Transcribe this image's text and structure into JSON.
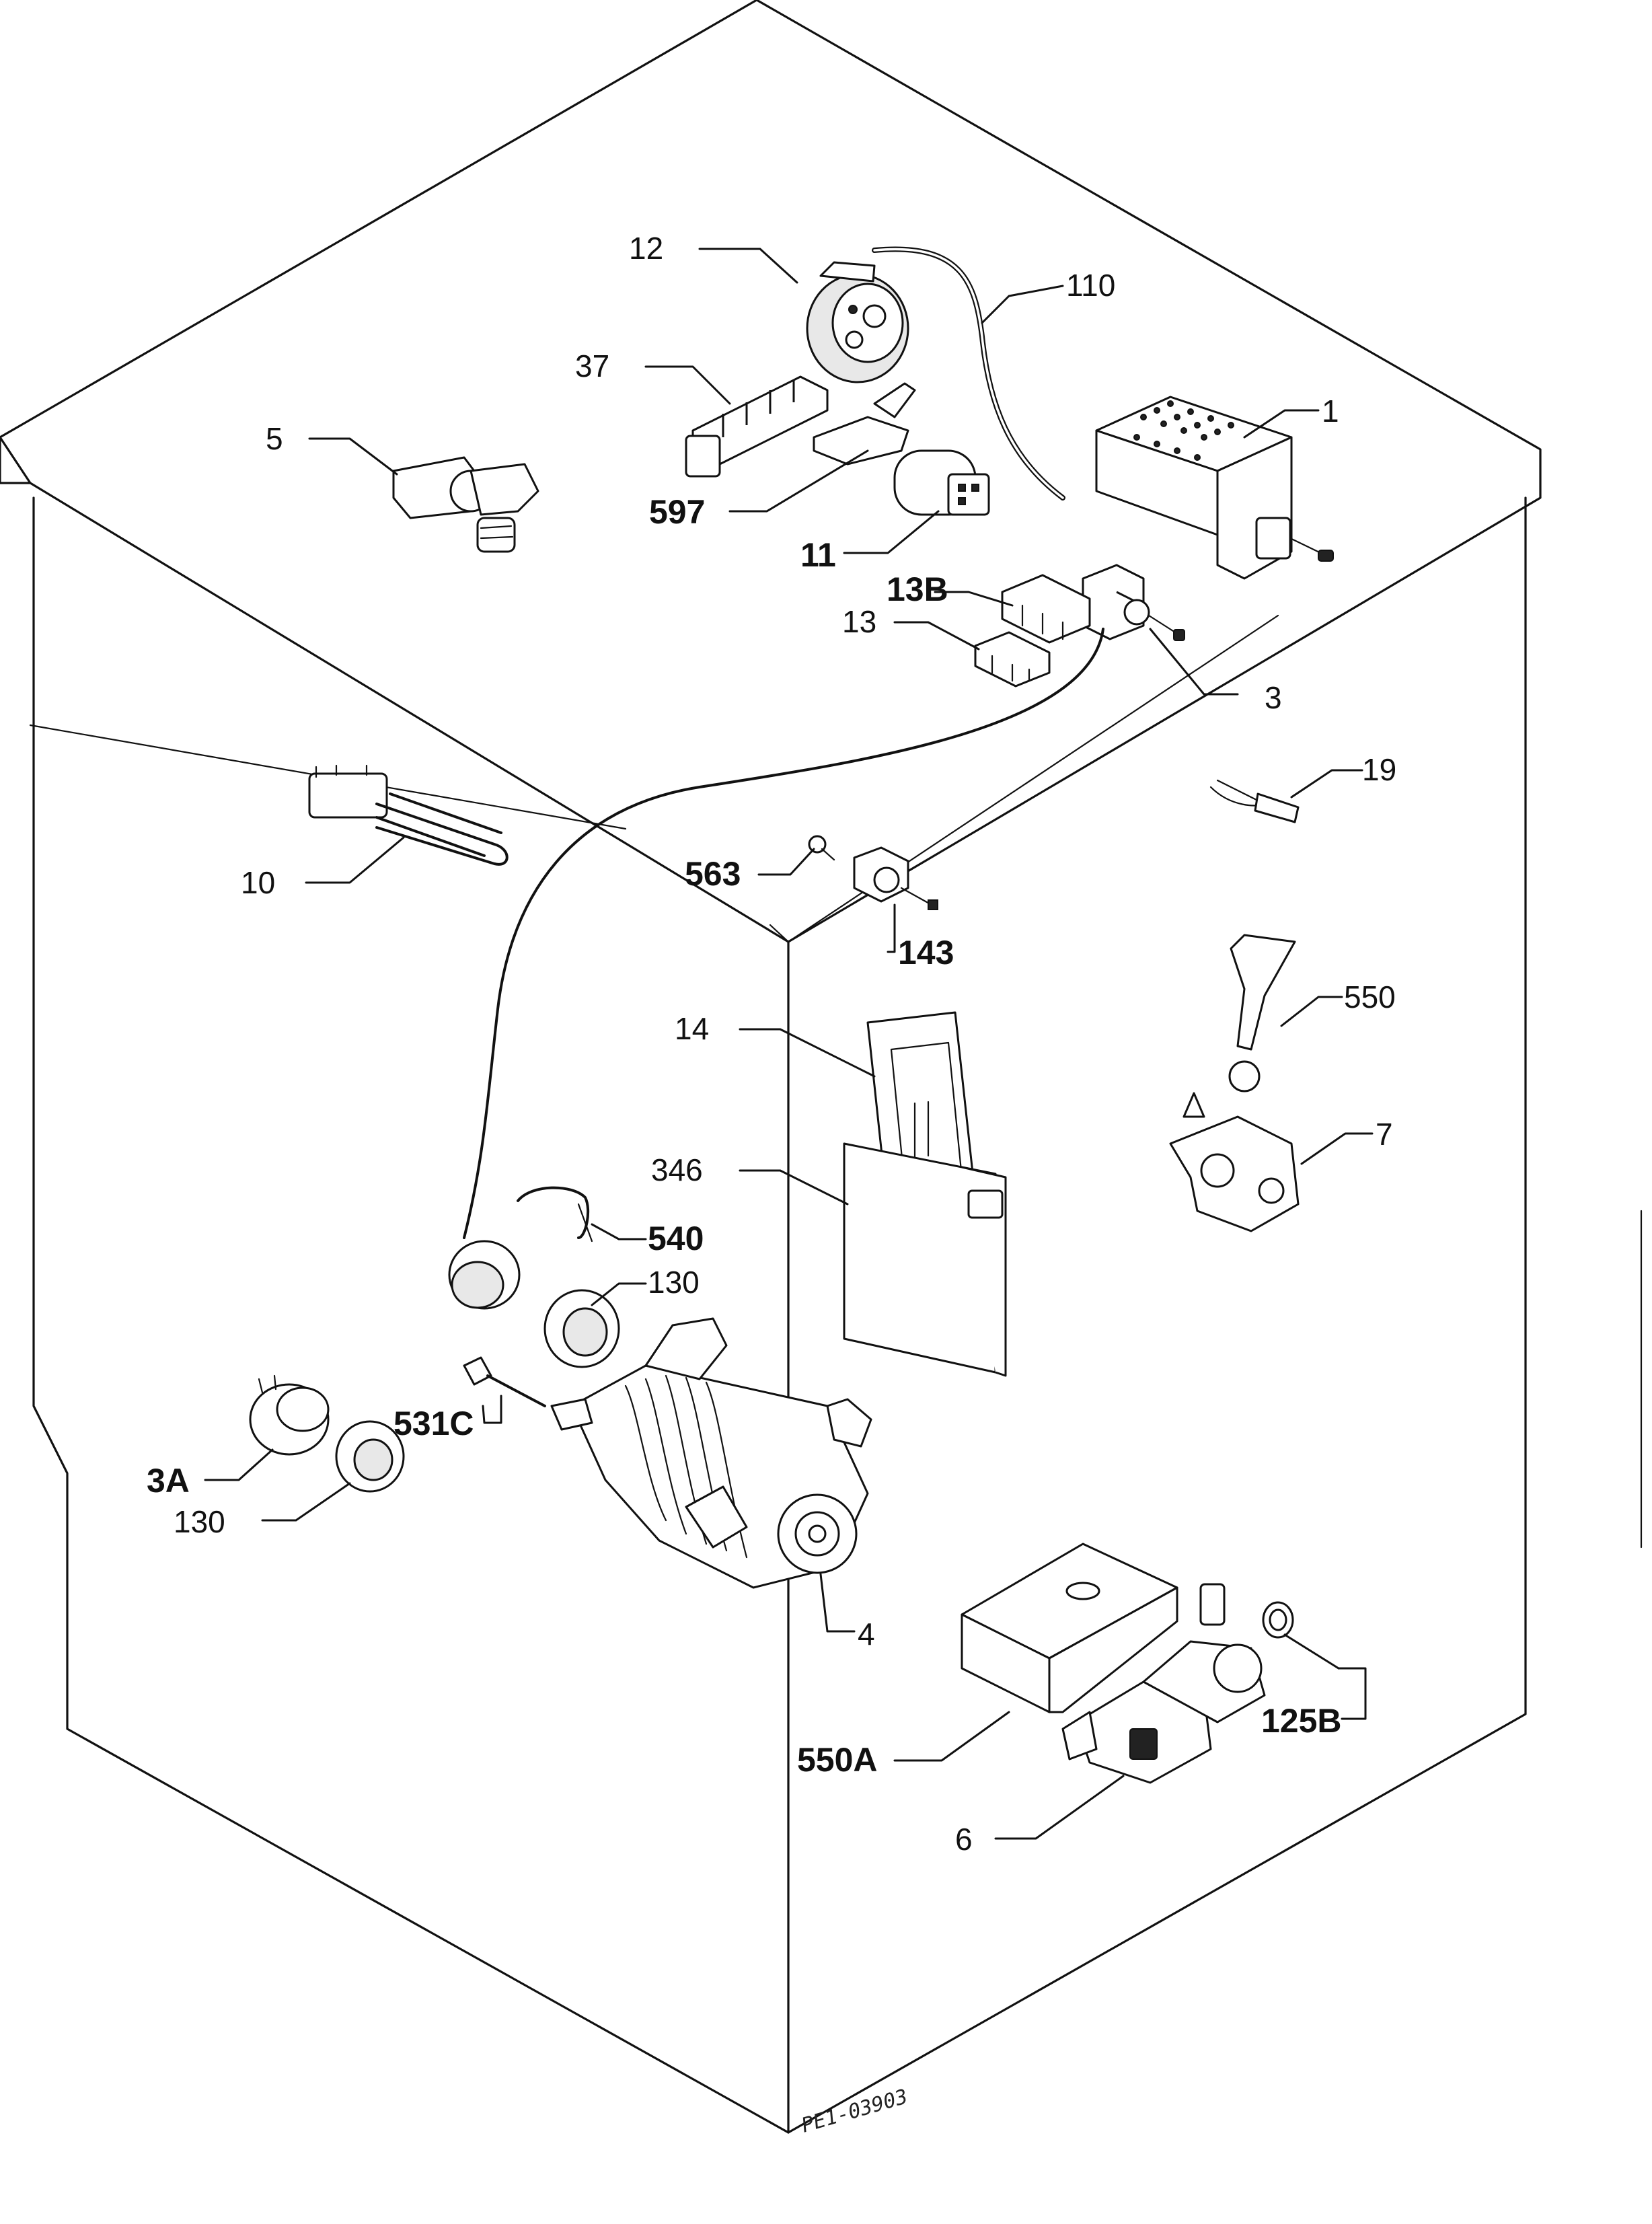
{
  "labels": {
    "p1": "1",
    "p3": "3",
    "p3a": "3A",
    "p4": "4",
    "p5": "5",
    "p6": "6",
    "p7": "7",
    "p10": "10",
    "p11": "11",
    "p12": "12",
    "p13": "13",
    "p13b": "13B",
    "p14": "14",
    "p19": "19",
    "p37": "37",
    "p110": "110",
    "p125b": "125B",
    "p130a": "130",
    "p130b": "130",
    "p143": "143",
    "p346": "346",
    "p531c": "531C",
    "p540": "540",
    "p550": "550",
    "p550a": "550A",
    "p563": "563",
    "p597": "597"
  },
  "drawing_ref": "PE1-03903"
}
